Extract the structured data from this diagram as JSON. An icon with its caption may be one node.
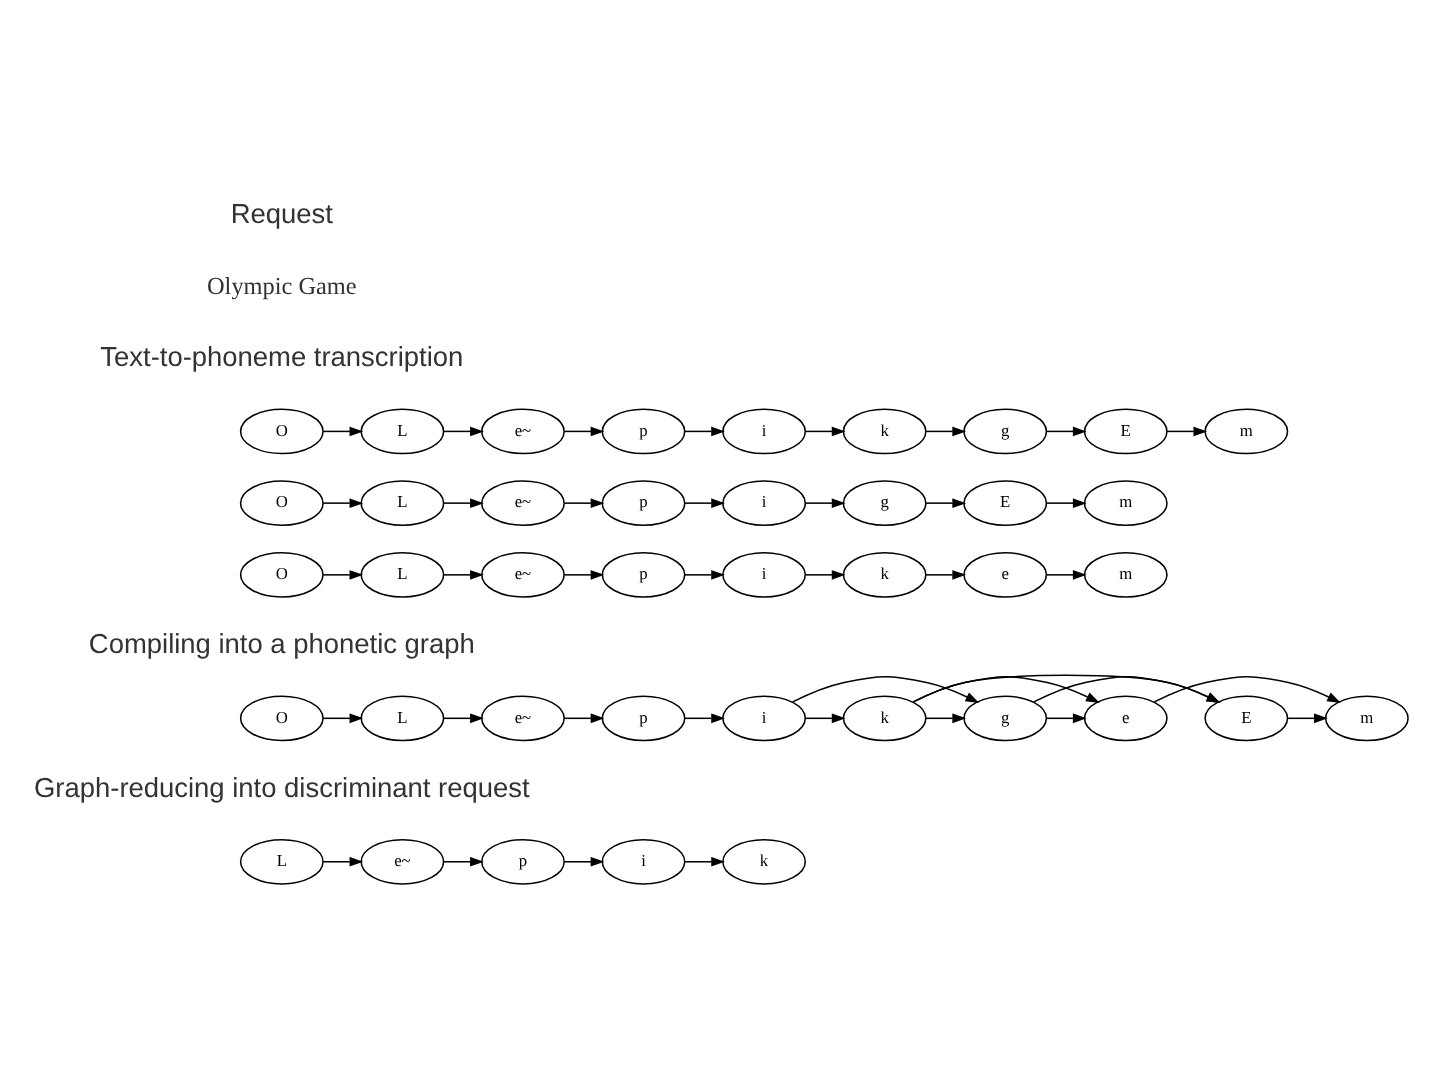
{
  "diagram": {
    "nodes": [
      {
        "text": [
          "O"
        ]
      },
      {
        "text": [
          "L"
        ]
      },
      {
        "text": [
          "e~"
        ]
      },
      {
        "text": [
          "p"
        ]
      },
      {
        "text": [
          "i"
        ]
      },
      {
        "text": [
          "k"
        ]
      },
      {
        "text": [
          "g"
        ]
      },
      {
        "text": [
          "E"
        ]
      },
      {
        "text": [
          "m"
        ]
      },
      {
        "text": [
          "O"
        ]
      },
      {
        "text": [
          "L"
        ]
      },
      {
        "text": [
          "e~"
        ]
      },
      {
        "text": [
          "p"
        ]
      },
      {
        "text": [
          "i"
        ]
      },
      {
        "text": [
          "g"
        ]
      },
      {
        "text": [
          "E"
        ]
      },
      {
        "text": [
          "m"
        ]
      },
      {
        "text": [
          "O"
        ]
      },
      {
        "text": [
          "L"
        ]
      },
      {
        "text": [
          "e~"
        ]
      },
      {
        "text": [
          "p"
        ]
      },
      {
        "text": [
          "i"
        ]
      },
      {
        "text": [
          "k"
        ]
      },
      {
        "text": [
          "e"
        ]
      },
      {
        "text": [
          "m"
        ]
      },
      {
        "text": [
          "O"
        ]
      },
      {
        "text": [
          "L"
        ]
      },
      {
        "text": [
          "e~"
        ]
      },
      {
        "text": [
          "p"
        ]
      },
      {
        "text": [
          "i"
        ]
      },
      {
        "text": [
          "g"
        ]
      },
      {
        "text": [
          "k"
        ]
      },
      {
        "text": [
          "E"
        ]
      },
      {
        "text": [
          "e"
        ]
      },
      {
        "text": [
          "m"
        ]
      },
      {
        "text": [
          "L"
        ]
      },
      {
        "text": [
          "e~"
        ]
      },
      {
        "text": [
          "p"
        ]
      },
      {
        "text": [
          "i"
        ]
      },
      {
        "text": [
          "k"
        ]
      }
    ],
    "edges": [
      {
        "from": 0,
        "to": 1,
        "arrow": "to"
      },
      {
        "from": 1,
        "to": 2,
        "arrow": "to"
      },
      {
        "from": 2,
        "to": 3,
        "arrow": "to"
      },
      {
        "from": 3,
        "to": 4,
        "arrow": "to"
      },
      {
        "from": 4,
        "to": 5,
        "arrow": "to"
      },
      {
        "from": 5,
        "to": 6,
        "arrow": "to"
      },
      {
        "from": 6,
        "to": 7,
        "arrow": "to"
      },
      {
        "from": 7,
        "to": 8,
        "arrow": "to"
      },
      {
        "from": 9,
        "to": 10,
        "arrow": "to"
      },
      {
        "from": 10,
        "to": 11,
        "arrow": "to"
      },
      {
        "from": 11,
        "to": 12,
        "arrow": "to"
      },
      {
        "from": 12,
        "to": 13,
        "arrow": "to"
      },
      {
        "from": 13,
        "to": 14,
        "arrow": "to"
      },
      {
        "from": 14,
        "to": 15,
        "arrow": "to"
      },
      {
        "from": 15,
        "to": 16,
        "arrow": "to"
      },
      {
        "from": 17,
        "to": 18,
        "arrow": "to"
      },
      {
        "from": 18,
        "to": 19,
        "arrow": "to"
      },
      {
        "from": 19,
        "to": 20,
        "arrow": "to"
      },
      {
        "from": 20,
        "to": 21,
        "arrow": "to"
      },
      {
        "from": 21,
        "to": 22,
        "arrow": "to"
      },
      {
        "from": 22,
        "to": 23,
        "arrow": "to"
      },
      {
        "from": 23,
        "to": 24,
        "arrow": "to"
      },
      {
        "from": 25,
        "to": 26,
        "arrow": "to"
      },
      {
        "from": 26,
        "to": 27,
        "arrow": "to"
      },
      {
        "from": 27,
        "to": 28,
        "arrow": "to"
      },
      {
        "from": 28,
        "to": 29,
        "arrow": "to"
      },
      {
        "from": 29,
        "to": 30,
        "arrow": "to"
      },
      {
        "from": 29,
        "to": 31,
        "arrow": "to"
      },
      {
        "from": 31,
        "to": 30,
        "arrow": "to"
      },
      {
        "from": 30,
        "to": 32,
        "arrow": "to"
      },
      {
        "from": 30,
        "to": 33,
        "arrow": "to"
      },
      {
        "from": 31,
        "to": 32,
        "arrow": "to"
      },
      {
        "from": 31,
        "to": 33,
        "arrow": "to"
      },
      {
        "from": 32,
        "to": 34,
        "arrow": "to"
      },
      {
        "from": 33,
        "to": 34,
        "arrow": "to"
      },
      {
        "from": 35,
        "to": 36,
        "arrow": "to"
      },
      {
        "from": 36,
        "to": 37,
        "arrow": "to"
      },
      {
        "from": 37,
        "to": 38,
        "arrow": "to"
      },
      {
        "from": 38,
        "to": 39,
        "arrow": "to"
      }
    ],
    "labels": [
      "Request",
      "Olympic Game",
      "Text-to-phoneme transcription",
      "Compiling into a phonetic graph",
      "Graph-reducing into discriminant request"
    ]
  }
}
